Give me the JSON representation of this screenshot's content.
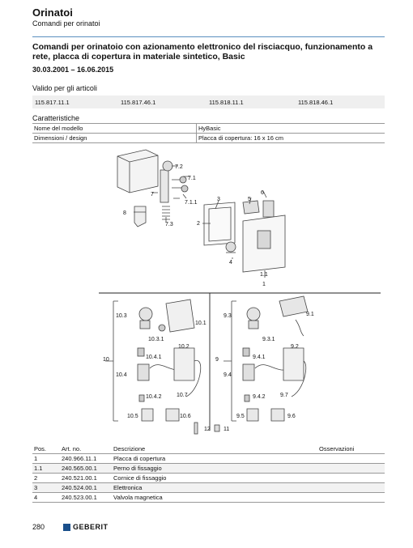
{
  "header": {
    "title": "Orinatoi",
    "subtitle": "Comandi per orinatoi"
  },
  "product": {
    "title": "Comandi per orinatoio con azionamento elettronico del risciacquo, funzionamento a rete, placca di copertura in materiale sintetico, Basic",
    "dates": "30.03.2001 – 16.06.2015"
  },
  "valid": {
    "label": "Valido per gli articoli",
    "articles": [
      "115.817.11.1",
      "115.817.46.1",
      "115.818.11.1",
      "115.818.46.1"
    ]
  },
  "characteristics": {
    "title": "Caratteristiche",
    "rows": [
      {
        "key": "Nome del modello",
        "value": "HyBasic"
      },
      {
        "key": "Dimensioni / design",
        "value": "Placca di copertura: 16 x 16 cm"
      }
    ]
  },
  "diagram_labels": [
    "7.2",
    "7.1",
    "7",
    "7.1.1",
    "3",
    "5",
    "6",
    "8",
    "7.3",
    "2",
    "4",
    "1.1",
    "1",
    "10.3",
    "10.1",
    "10.3.1",
    "10.2",
    "10",
    "10.4.1",
    "10.4",
    "10.4.2",
    "10.7",
    "10.5",
    "10.6",
    "12",
    "11",
    "9.3",
    "9.1",
    "9.3.1",
    "9.2",
    "9",
    "9.4.1",
    "9.4",
    "9.4.2",
    "9.7",
    "9.5",
    "9.6"
  ],
  "parts": {
    "headers": [
      "Pos.",
      "Art. no.",
      "Descrizione",
      "Osservazioni"
    ],
    "rows": [
      {
        "pos": "1",
        "art": "240.966.11.1",
        "desc": "Placca di copertura",
        "obs": ""
      },
      {
        "pos": "1.1",
        "art": "240.565.00.1",
        "desc": "Perno di fissaggio",
        "obs": ""
      },
      {
        "pos": "2",
        "art": "240.521.00.1",
        "desc": "Cornice di fissaggio",
        "obs": ""
      },
      {
        "pos": "3",
        "art": "240.524.00.1",
        "desc": "Elettronica",
        "obs": ""
      },
      {
        "pos": "4",
        "art": "240.523.00.1",
        "desc": "Valvola magnetica",
        "obs": ""
      }
    ]
  },
  "footer": {
    "page": "280",
    "brand": "GEBERIT"
  },
  "colors": {
    "rule": "#5a8fbf",
    "brand": "#1a4f8b"
  }
}
